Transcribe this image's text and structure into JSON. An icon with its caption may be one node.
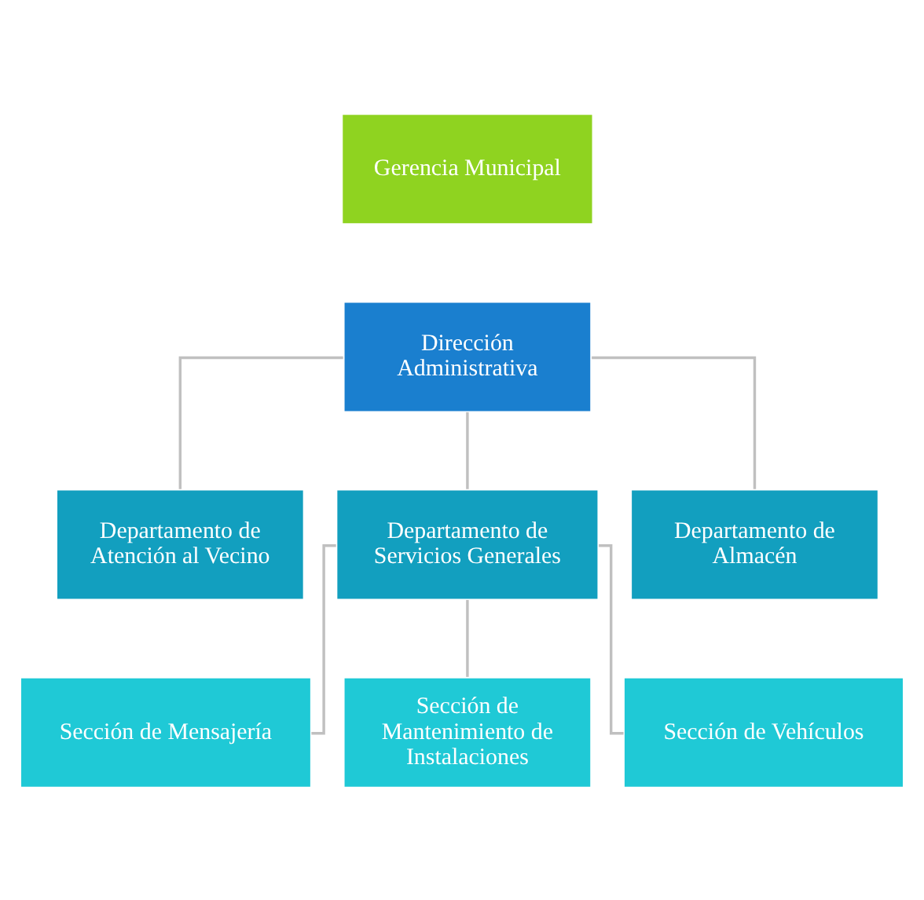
{
  "diagram": {
    "nodes": [
      {
        "text": [
          "Gerencia Municipal"
        ]
      },
      {
        "text": [
          "Dirección Administrativa"
        ]
      },
      {
        "text": [
          "Departamento de Atención al Vecino"
        ]
      },
      {
        "text": [
          "Departamento de Servicios Generales"
        ]
      },
      {
        "text": [
          "Departamento de Almacén"
        ]
      },
      {
        "text": [
          "Sección de Mensajería"
        ]
      },
      {
        "text": [
          "Sección de Mantenimiento de Instalaciones"
        ]
      },
      {
        "text": [
          "Sección de Vehículos"
        ]
      }
    ],
    "edges": [
      {
        "from": 1,
        "to": 2,
        "arrow": "none"
      },
      {
        "from": 1,
        "to": 3,
        "arrow": "none"
      },
      {
        "from": 1,
        "to": 4,
        "arrow": "none"
      },
      {
        "from": 3,
        "to": 5,
        "arrow": "none"
      },
      {
        "from": 3,
        "to": 6,
        "arrow": "none"
      },
      {
        "from": 3,
        "to": 7,
        "arrow": "none"
      }
    ]
  }
}
